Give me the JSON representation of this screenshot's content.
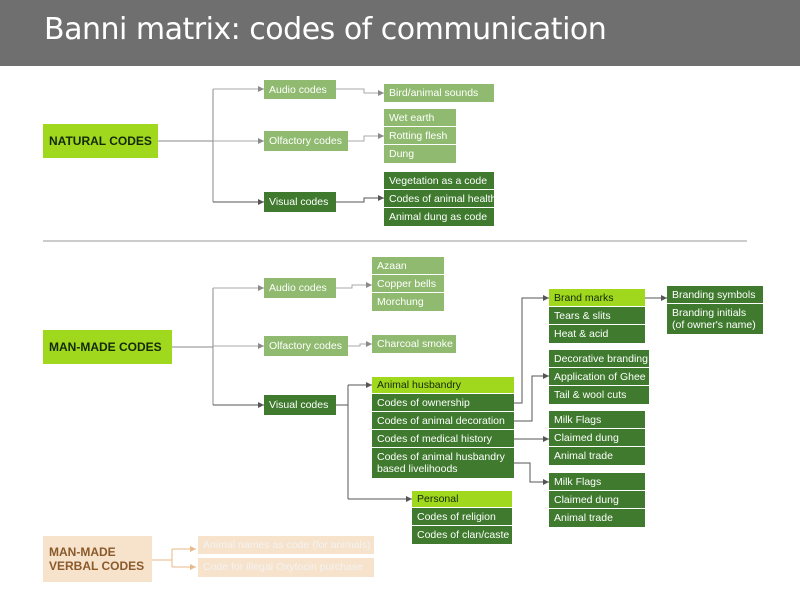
{
  "header": {
    "title": "Banni matrix: codes of communication"
  },
  "colors": {
    "header": "#6f6f6f",
    "lime": "#9fd81c",
    "green_dark": "#3f7a2e",
    "green_light": "#8fba6f",
    "peach": "#f7e2cc",
    "line_gray": "#8a8a8a"
  },
  "natural": {
    "label": "NATURAL CODES",
    "audio": {
      "label": "Audio codes",
      "items": [
        "Bird/animal sounds"
      ]
    },
    "olfactory": {
      "label": "Olfactory codes",
      "items": [
        "Wet earth",
        "Rotting flesh",
        "Dung"
      ]
    },
    "visual": {
      "label": "Visual codes",
      "items": [
        "Vegetation as a code",
        "Codes of animal health",
        "Animal dung as code"
      ]
    }
  },
  "manmade": {
    "label": "MAN-MADE CODES",
    "audio": {
      "label": "Audio codes",
      "items": [
        "Azaan",
        "Copper bells",
        "Morchung"
      ]
    },
    "olfactory": {
      "label": "Olfactory codes",
      "items": [
        "Charcoal smoke"
      ]
    },
    "visual": {
      "label": "Visual codes",
      "husbandry": {
        "title": "Animal husbandry",
        "items": [
          "Codes of ownership",
          "Codes of animal decoration",
          "Codes of medical history",
          "Codes of animal husbandry based livelihoods"
        ]
      },
      "brand_marks": {
        "title": "Brand marks",
        "items": [
          "Tears & slits",
          "Heat & acid"
        ],
        "sub": [
          "Branding symbols",
          "Branding initials (of owner's name)"
        ]
      },
      "decoration": [
        "Decorative branding",
        "Application of  Ghee",
        "Tail & wool cuts"
      ],
      "medical": [
        "Milk Flags",
        "Claimed dung",
        "Animal trade"
      ],
      "livelihood": [
        "Milk Flags",
        "Claimed dung",
        "Animal trade"
      ],
      "personal": {
        "title": "Personal",
        "items": [
          "Codes of religion",
          "Codes of clan/caste"
        ]
      }
    }
  },
  "verbal": {
    "label": "MAN-MADE VERBAL CODES",
    "items": [
      "Animal names as code (for animals)",
      "Code for illegal Oxytocin purchase"
    ]
  }
}
